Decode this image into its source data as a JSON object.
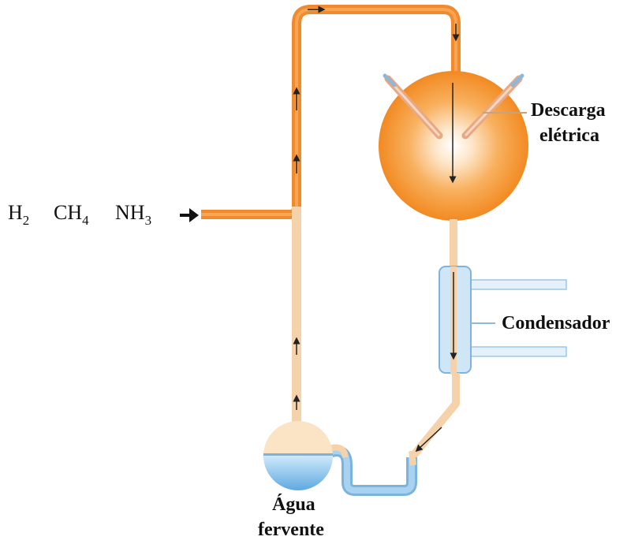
{
  "inputs": {
    "gas1": {
      "base": "H",
      "sub": "2"
    },
    "gas2": {
      "base": "CH",
      "sub": "4"
    },
    "gas3": {
      "base": "NH",
      "sub": "3"
    }
  },
  "labels": {
    "discharge_line1": "Descarga",
    "discharge_line2": "elétrica",
    "condenser": "Condensador",
    "water_line1": "Água",
    "water_line2": "fervente"
  },
  "colors": {
    "gas_tube": "#f08a2c",
    "liquid_tube": "#f6d2aa",
    "water": "#8cc4ec",
    "condenser": "#cfe6f7",
    "outline": "#333333"
  }
}
